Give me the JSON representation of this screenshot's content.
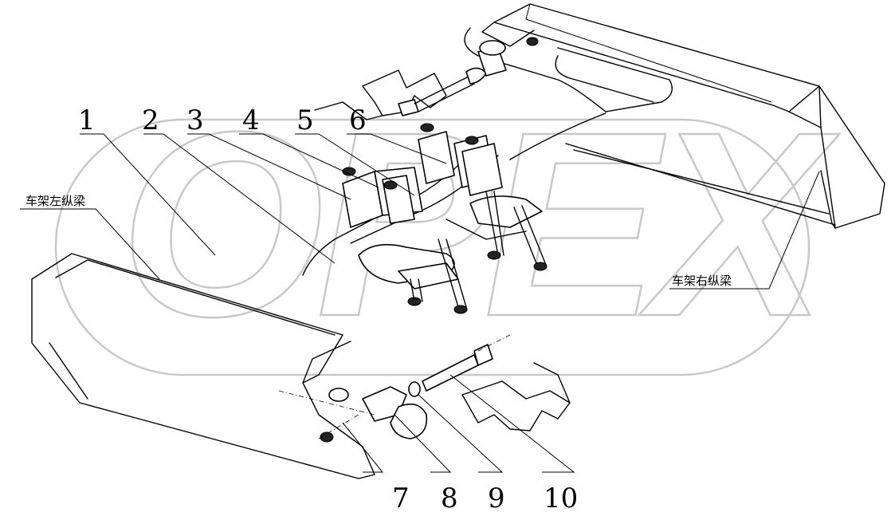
{
  "callouts": [
    "1",
    "2",
    "3",
    "4",
    "5",
    "6",
    "7",
    "8",
    "9",
    "10"
  ],
  "labels": {
    "left_frame_rail": "车架左纵梁",
    "right_frame_rail": "车架右纵梁"
  },
  "watermark": "OPEX"
}
